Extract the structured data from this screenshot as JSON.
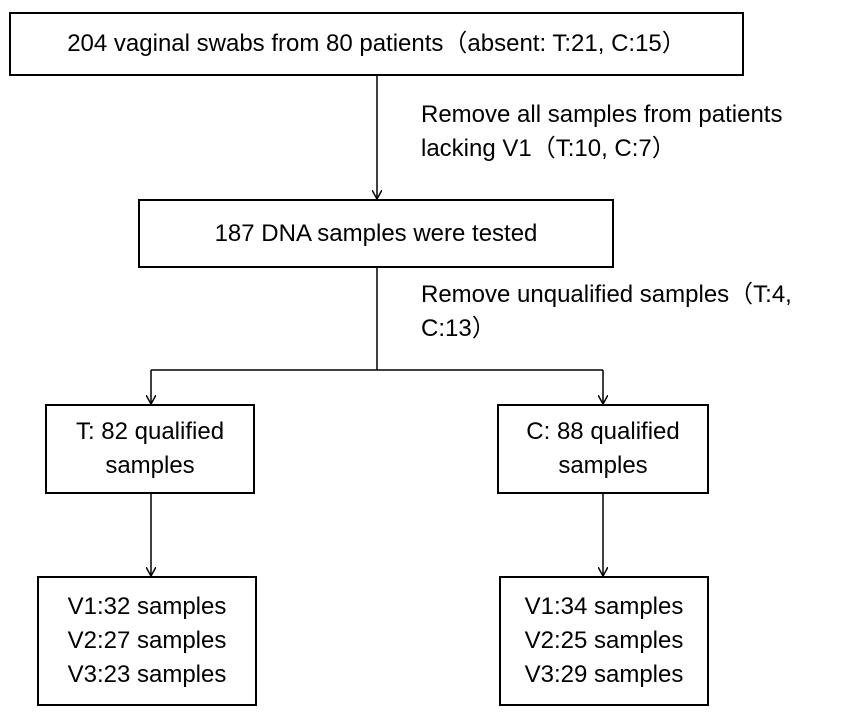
{
  "boxes": {
    "top": "204 vaginal swabs from 80 patients（absent: T:21, C:15）",
    "tested": "187 DNA samples were tested",
    "t_group": {
      "line1": "T: 82 qualified",
      "line2": "samples"
    },
    "c_group": {
      "line1": "C: 88 qualified",
      "line2": "samples"
    },
    "t_visits": [
      "V1:32 samples",
      "V2:27 samples",
      "V3:23 samples"
    ],
    "c_visits": [
      "V1:34 samples",
      "V2:25 samples",
      "V3:29 samples"
    ]
  },
  "notes": {
    "remove_v1": {
      "line1": "Remove all samples from patients",
      "line2": "lacking V1（T:10, C:7）"
    },
    "remove_unqualified": {
      "line1": "Remove unqualified samples（T:4,",
      "line2": "C:13）"
    }
  },
  "colors": {
    "stroke": "#000000",
    "background": "#ffffff"
  }
}
